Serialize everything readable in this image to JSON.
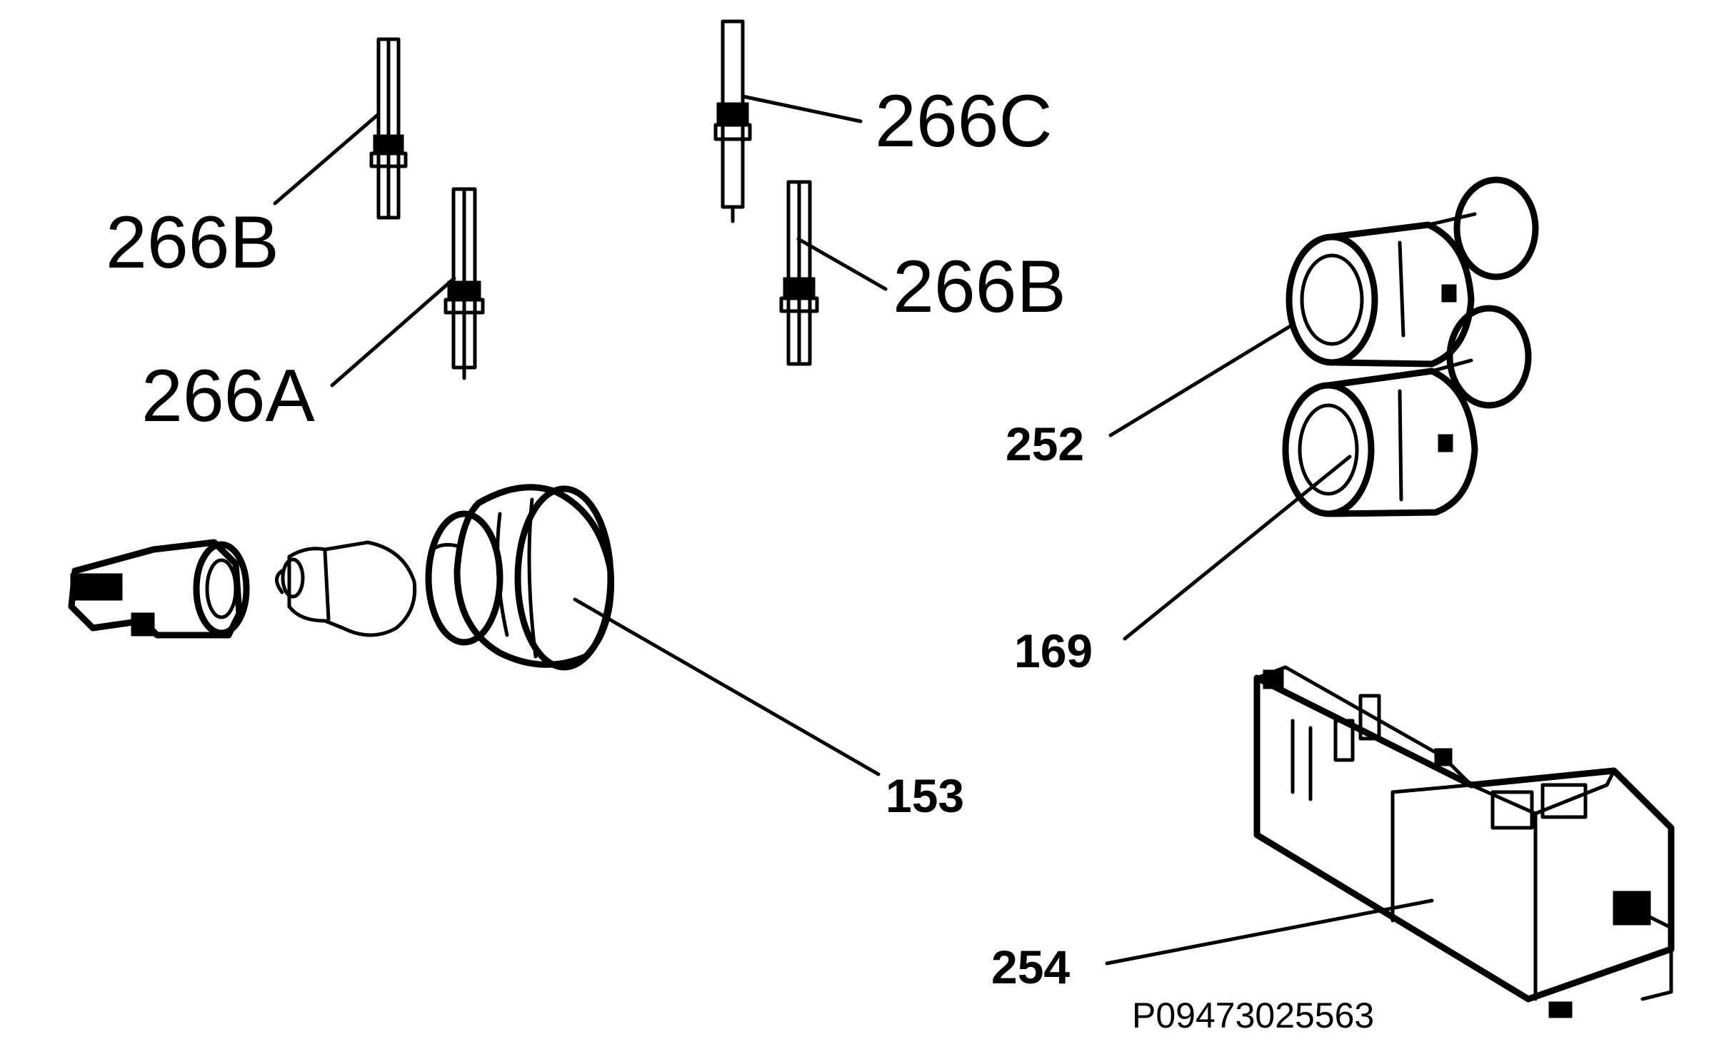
{
  "diagram": {
    "reference_code": "P09473025563",
    "labels": {
      "l_266B_left": "266B",
      "l_266A": "266A",
      "l_266C": "266C",
      "l_266B_right": "266B",
      "l_252": "252",
      "l_169": "169",
      "l_153": "153",
      "l_254": "254"
    }
  }
}
